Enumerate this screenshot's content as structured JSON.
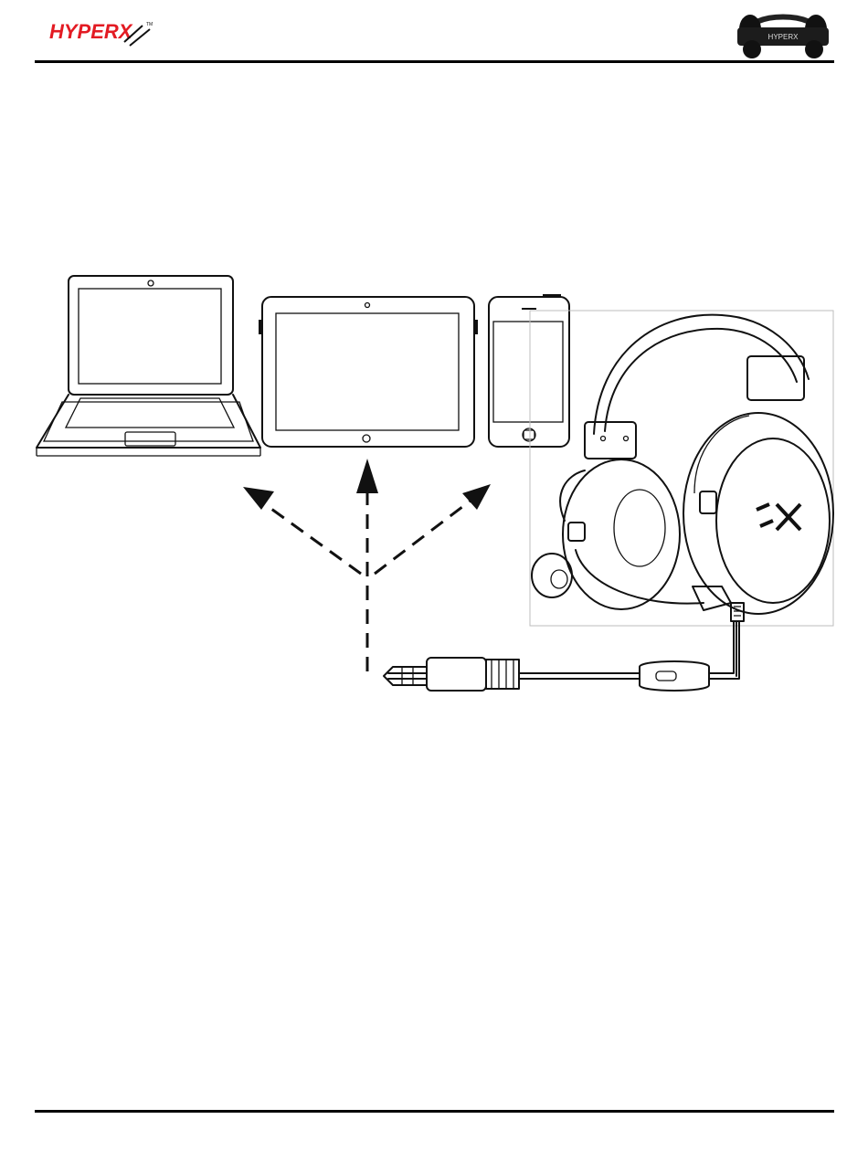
{
  "header": {
    "brand_logo_text": "HYPERX",
    "brand_color": "#e31b23",
    "product_logo_text": "HYPERX"
  },
  "diagram": {
    "devices": [
      "laptop",
      "tablet",
      "smartphone"
    ],
    "accessory": "headset",
    "connector": "3.5mm 4-pole plug"
  },
  "colors": {
    "rule": "#000000",
    "line_art": "#111111",
    "frame": "#bdbdbd"
  },
  "icons": [
    "laptop-icon",
    "tablet-icon",
    "smartphone-icon",
    "headset-icon",
    "audio-plug-icon"
  ]
}
